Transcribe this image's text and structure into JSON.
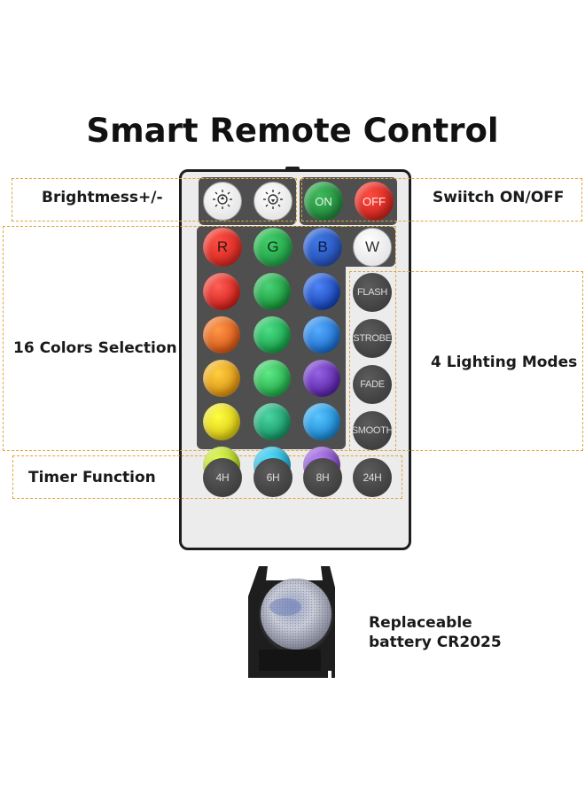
{
  "title": "Smart Remote Control",
  "labels": {
    "brightness": "Brightmess+/-",
    "switch": "Swiitch ON/OFF",
    "colors": "16 Colors Selection",
    "modes": "4 Lighting Modes",
    "timer": "Timer Function"
  },
  "buttons": {
    "on": "ON",
    "off": "OFF",
    "r": "R",
    "g": "G",
    "b": "B",
    "w": "W",
    "flash": "FLASH",
    "strobe": "STROBE",
    "fade": "FADE",
    "smooth": "SMOOTH",
    "t4h": "4H",
    "t6h": "6H",
    "t8h": "8H",
    "t24h": "24H"
  },
  "battery": {
    "line1": "Replaceable",
    "line2": "battery CR2025"
  },
  "colors": {
    "callout_border": "#e0a43c",
    "on_green": "#1f8a3a",
    "off_red": "#d8231f",
    "grid": [
      [
        "#e8322a",
        "#1fa64a",
        "#2057c9"
      ],
      [
        "#f06a1c",
        "#1fb15a",
        "#2a7fe0"
      ],
      [
        "#f7a313",
        "#34bc5a",
        "#6a36b8"
      ],
      [
        "#f5dd14",
        "#1ea878",
        "#2a98e8"
      ],
      [
        "#b5d227",
        "#2ab3d8",
        "#8a55c8"
      ]
    ]
  },
  "icons": [
    "brightness-up-icon",
    "brightness-down-icon"
  ]
}
